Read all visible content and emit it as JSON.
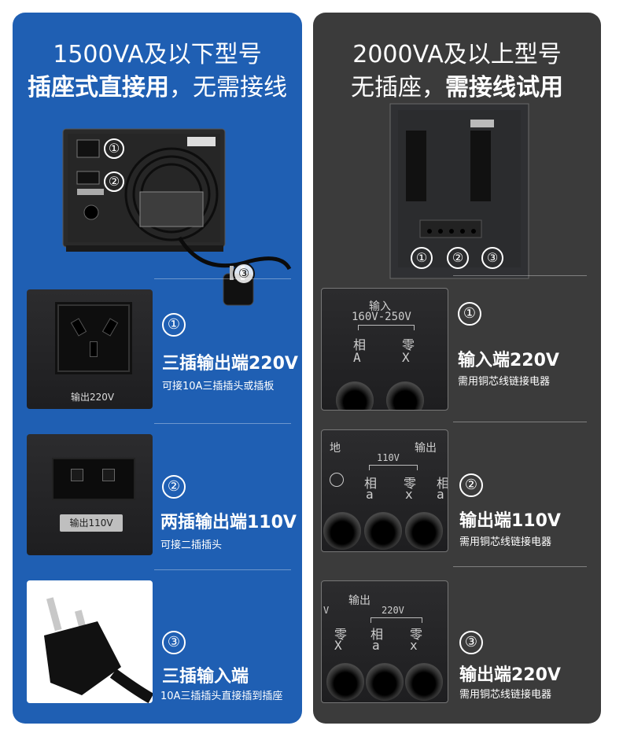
{
  "left": {
    "heading_line1": "1500VA及以下型号",
    "heading_line2_bold": "插座式直接用",
    "heading_line2_rest": "，无需接线",
    "device_label_out220": "输出220V",
    "features": [
      {
        "num": "①",
        "title": "三插输出端220V",
        "sub": "可接10A三插插头或插板",
        "photo_label": "输出220V"
      },
      {
        "num": "②",
        "title": "两插输出端110V",
        "sub": "可接二插插头",
        "photo_label": "输出110V"
      },
      {
        "num": "③",
        "title": "三插输入端",
        "sub": "10A三插插头直接插到插座"
      }
    ],
    "device_markers": [
      "①",
      "②",
      "③"
    ]
  },
  "right": {
    "heading_line1": "2000VA及以上型号",
    "heading_line2_rest": "无插座，",
    "heading_line2_bold": "需接线试用",
    "device_markers": [
      "①",
      "②",
      "③"
    ],
    "features": [
      {
        "num": "①",
        "title": "输入端220V",
        "sub": "需用铜芯线链接电器",
        "panel": {
          "header": "输入",
          "range": "160V-250V",
          "col1": "相",
          "col1b": "A",
          "col2": "零",
          "col2b": "X"
        }
      },
      {
        "num": "②",
        "title": "输出端110V",
        "sub": "需用铜芯线链接电器",
        "panel": {
          "ground": "地",
          "out": "输出",
          "volt": "110V",
          "col1": "相",
          "col1b": "a",
          "col2": "零",
          "col2b": "x",
          "col3": "相",
          "col3b": "a"
        }
      },
      {
        "num": "③",
        "title": "输出端220V",
        "sub": "需用铜芯线链接电器",
        "panel": {
          "out": "输出",
          "volt": "220V",
          "col0": "零",
          "col0b": "X",
          "col1": "相",
          "col1b": "a",
          "col2": "零",
          "col2b": "x",
          "edge": "V"
        }
      }
    ]
  }
}
